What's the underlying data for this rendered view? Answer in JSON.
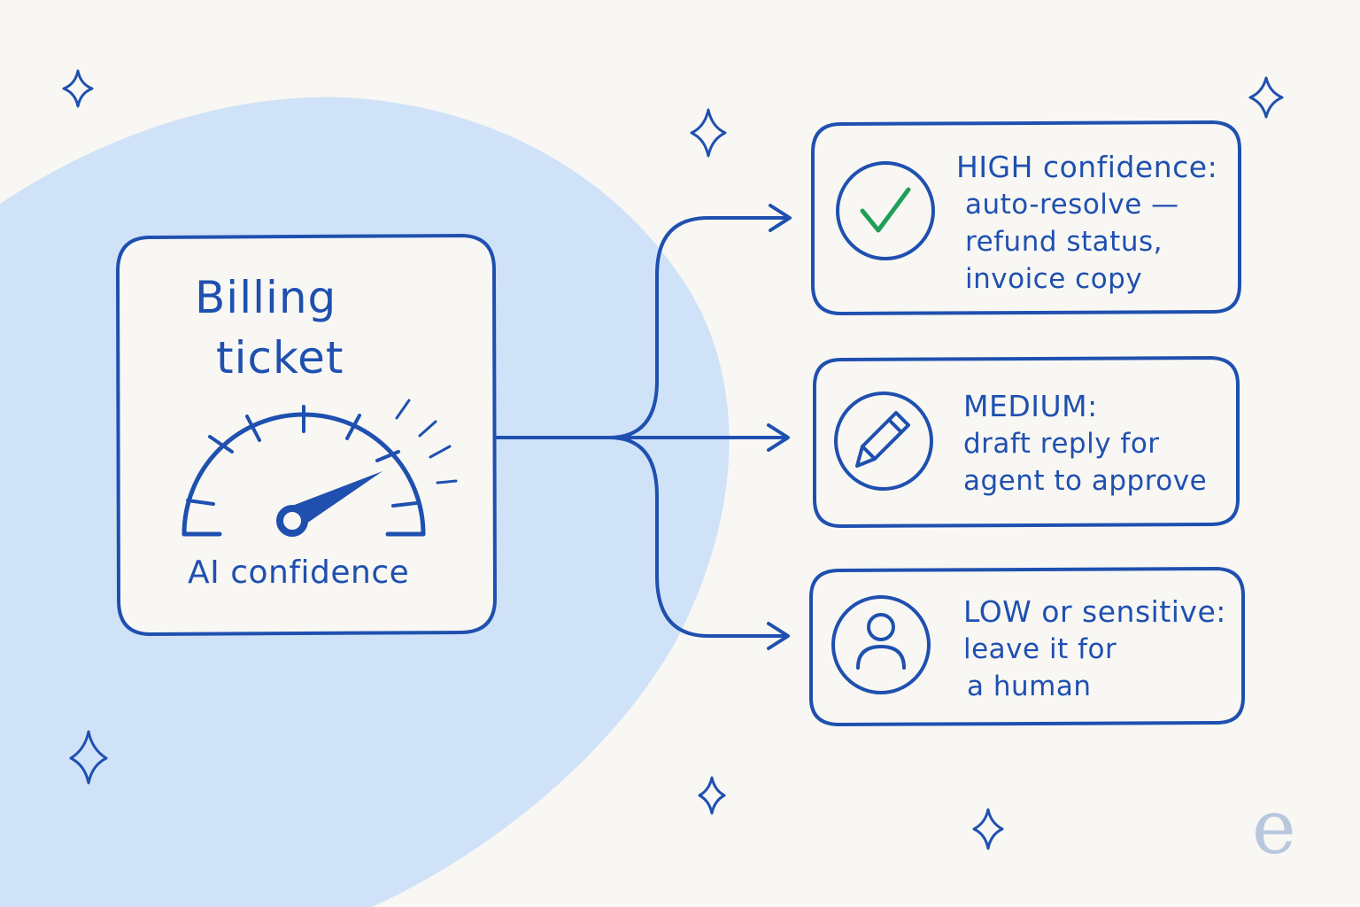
{
  "ticket": {
    "title_line1": "Billing",
    "title_line2": "ticket",
    "gauge_label": "AI confidence"
  },
  "outcomes": [
    {
      "icon": "checkmark-icon",
      "heading": "HIGH confidence:",
      "lines": [
        "auto-resolve —",
        "refund status,",
        "invoice copy"
      ]
    },
    {
      "icon": "pencil-icon",
      "heading": "MEDIUM:",
      "lines": [
        "draft reply for",
        "agent to approve"
      ]
    },
    {
      "icon": "person-icon",
      "heading": "LOW or sensitive:",
      "lines": [
        "leave it for",
        "a human"
      ]
    }
  ],
  "logo": {
    "text": "e"
  },
  "colors": {
    "ink": "#1f50b0",
    "blob": "#cfe2f7",
    "background": "#f8f7f3",
    "check": "#1f9e5a",
    "logo": "#b9c7de"
  }
}
